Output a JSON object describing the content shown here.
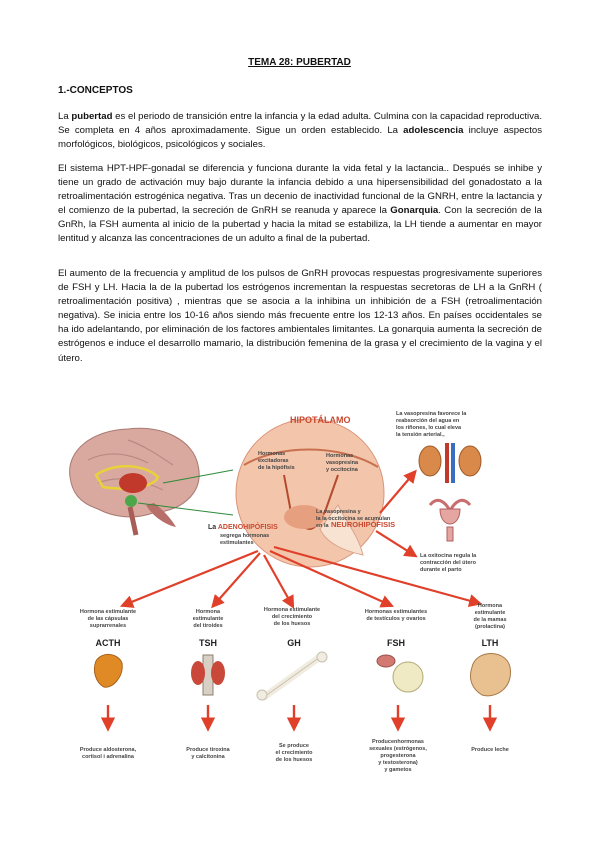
{
  "doc": {
    "title": "TEMA 28: PUBERTAD",
    "section": "1.-CONCEPTOS",
    "p1": {
      "a": "La ",
      "b": "pubertad",
      "c": " es el periodo de transición entre la infancia y la edad adulta. Culmina con la capacidad reproductiva. Se completa en 4 años aproximadamente. Sigue un orden establecido. La ",
      "d": "adolescencia",
      "e": " incluye aspectos morfológicos, biológicos, psicológicos y sociales."
    },
    "p2": {
      "a": "El sistema HPT-HPF-gonadal se diferencia y funciona durante la vida fetal y la lactancia.. Después se inhibe y tiene un grado de activación muy bajo durante la infancia debido a una hipersensibilidad del gonadostato a la retroalimentación estrogénica negativa. Tras un decenio de inactividad funcional de la GNRH, entre la lactancia y el comienzo de la pubertad, la secreción de GnRH se reanuda y aparece la ",
      "b": "Gonarquia",
      "c": ". Con la secreción de la GnRh, la FSH aumenta al inicio de la pubertad y hacia la mitad se estabiliza, la LH tiende a aumentar en mayor lentitud y alcanza las concentraciones de un adulto a final de la pubertad."
    },
    "p3": "El aumento de la frecuencia y amplitud de los pulsos de GnRH provocas respuestas progresivamente superiores de FSH y LH. Hacia la de la pubertad los estrógenos incrementan la respuestas secretoras de LH a la GnRH ( retroalimentación positiva) , mientras que se asocia a la inhibina un inhibición de a FSH (retroalimentación negativa). Se inicia entre los 10-16 años siendo más frecuente entre los 12-13 años. En países occidentales se ha ido adelantando, por eliminación de los factores ambientales limitantes. La gonarquia aumenta la secreción de estrógenos e induce el desarrollo mamario, la distribución femenina de la grasa y el crecimiento de la vagina y el útero."
  },
  "figure": {
    "hipotalamo": "HIPOTÁLAMO",
    "hormonas_excitadoras": [
      "Hormonas",
      "excitadoras",
      "de la hipófisis"
    ],
    "hormonas_vasopresina": [
      "Hormonas",
      "vasopresina",
      "y occitocina"
    ],
    "acumulan": [
      "La vasopresina y",
      "la la occitocina se acumulan",
      "en la"
    ],
    "neurohipofisis": "NEUROHIPÓFISIS",
    "adenohipofisis_pre": "La ",
    "adenohipofisis": "ADENOHIPÓFISIS",
    "adeno_sub": [
      "segrega hormonas",
      "estimulantes"
    ],
    "vasopresina_note": [
      "La vasopresina favorece la",
      "reabsorción del agua en",
      "los riñones, lo cual eleva",
      "la tensión arterial.,"
    ],
    "oxitocina_note": [
      "La oxitocina regula la",
      "contracción del útero",
      "durante el parto"
    ],
    "hormones": [
      {
        "desc": [
          "Hormona estimulante",
          "de las cápsulas",
          "suprarrenales"
        ],
        "name": "ACTH",
        "effect": [
          "Produce aldosterona,",
          "cortisol i adrenalina"
        ]
      },
      {
        "desc": [
          "Hormona",
          "estimulante",
          "del tiroides"
        ],
        "name": "TSH",
        "effect": [
          "Produce tiroxina",
          "y calcitonina"
        ]
      },
      {
        "desc": [
          "Hormona estimulante",
          "del crecimiento",
          "de los huesos"
        ],
        "name": "GH",
        "effect": [
          "Se produce",
          "el crecimiento",
          "de los huesos"
        ]
      },
      {
        "desc": [
          "Hormonas estimulantes",
          "de testículos y ovarios"
        ],
        "name": "FSH",
        "effect": [
          "Producenhormonas",
          "sexuales (estrógenos,",
          "progesterona",
          "y testosterona)",
          "y gametos"
        ]
      },
      {
        "desc": [
          "Hormona",
          "estimulante",
          "de la mamas",
          "(prolactina)"
        ],
        "name": "LTH",
        "effect": [
          "Produce leche"
        ]
      }
    ],
    "colors": {
      "arrow": "#e0402a",
      "hypo_fill": "#f3c6ab",
      "brain": "#d9a9a0"
    }
  }
}
